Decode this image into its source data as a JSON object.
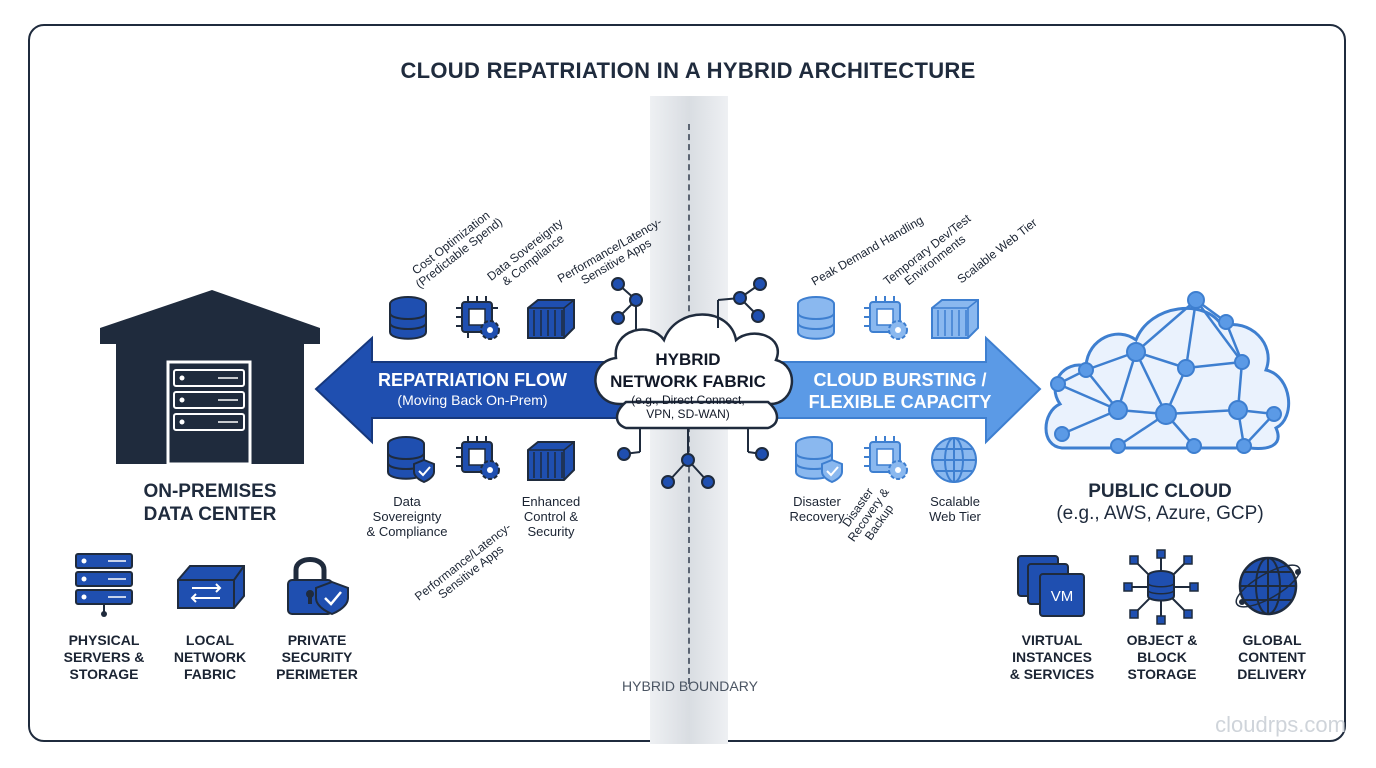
{
  "title": "CLOUD REPATRIATION IN A HYBRID ARCHITECTURE",
  "boundary_label": "HYBRID BOUNDARY",
  "watermark": "cloudrps.com",
  "colors": {
    "dark": "#1f2b3d",
    "blue_dark": "#1f4fb0",
    "blue_light": "#5b9ae6",
    "outline": "#1f2b3d"
  },
  "left_site": {
    "title_line1": "ON-PREMISES",
    "title_line2": "DATA CENTER",
    "icon": "warehouse-server-icon"
  },
  "right_site": {
    "title": "PUBLIC CLOUD",
    "subtitle": "(e.g., AWS, Azure, GCP)",
    "icon": "cloud-network-icon"
  },
  "hub": {
    "line1": "HYBRID",
    "line2": "NETWORK FABRIC",
    "detail1": "(e.g., Direct Connect,",
    "detail2": "VPN, SD-WAN)"
  },
  "left_arrow": {
    "title": "REPATRIATION FLOW",
    "subtitle": "(Moving Back On-Prem)"
  },
  "right_arrow": {
    "line1": "CLOUD BURSTING /",
    "line2": "FLEXIBLE CAPACITY"
  },
  "left_top_items": [
    {
      "label": "Cost Optimization\n(Predictable Spend)",
      "icon": "database-icon"
    },
    {
      "label": "Data Sovereignty\n& Compliance",
      "icon": "chip-gear-icon"
    },
    {
      "label": "Performance/Latency-\nSensitive Apps",
      "icon": "container-icon"
    }
  ],
  "left_bottom_items": [
    {
      "label1": "Data",
      "label2": "Sovereignty",
      "label3": "& Compliance",
      "icon": "database-shield-icon"
    },
    {
      "label": "Performance/Latency-\nSensitive Apps",
      "icon": "chip-gear-icon"
    },
    {
      "label1": "Enhanced",
      "label2": "Control &",
      "label3": "Security",
      "icon": "container-icon"
    }
  ],
  "right_top_items": [
    {
      "label": "Peak Demand Handling",
      "icon": "database-icon"
    },
    {
      "label": "Temporary Dev/Test\nEnvironments",
      "icon": "chip-gear-icon"
    },
    {
      "label": "Scalable Web Tier",
      "icon": "container-icon"
    }
  ],
  "right_bottom_items": [
    {
      "label1": "Disaster",
      "label2": "Recovery",
      "icon": "database-shield-icon"
    },
    {
      "label": "Disaster\nRecovery &\nBackup",
      "icon": "chip-gear-icon"
    },
    {
      "label1": "Scalable",
      "label2": "Web Tier",
      "icon": "globe-icon"
    }
  ],
  "left_services": [
    {
      "l1": "PHYSICAL",
      "l2": "SERVERS &",
      "l3": "STORAGE",
      "icon": "server-rack-icon"
    },
    {
      "l1": "LOCAL",
      "l2": "NETWORK",
      "l3": "FABRIC",
      "icon": "network-switch-icon"
    },
    {
      "l1": "PRIVATE",
      "l2": "SECURITY",
      "l3": "PERIMETER",
      "icon": "padlock-shield-icon"
    }
  ],
  "right_services": [
    {
      "l1": "VIRTUAL",
      "l2": "INSTANCES",
      "l3": "& SERVICES",
      "icon": "vm-stack-icon",
      "vm_text": "VM"
    },
    {
      "l1": "OBJECT &",
      "l2": "BLOCK",
      "l3": "STORAGE",
      "icon": "storage-hub-icon"
    },
    {
      "l1": "GLOBAL",
      "l2": "CONTENT",
      "l3": "DELIVERY",
      "icon": "globe-orbit-icon"
    }
  ]
}
